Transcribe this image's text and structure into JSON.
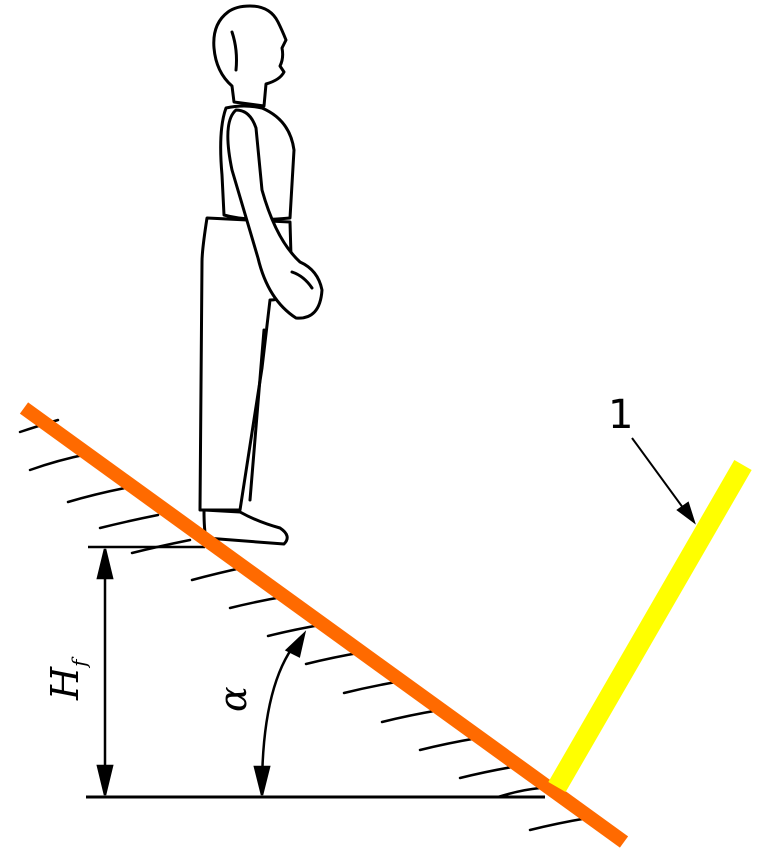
{
  "labels": {
    "callout": "1",
    "height_symbol": "H",
    "height_subscript": "f",
    "angle_symbol": "α"
  },
  "colors": {
    "slope_line": "#ff6a00",
    "barrier": "#ffff00",
    "ink": "#000000",
    "background": "#ffffff"
  }
}
